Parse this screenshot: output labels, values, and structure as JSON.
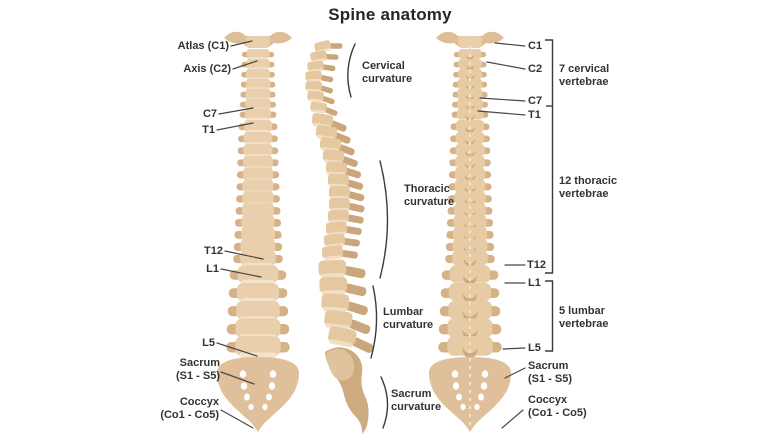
{
  "title": "Spine anatomy",
  "left_labels": {
    "atlas": "Atlas (C1)",
    "axis": "Axis (C2)",
    "c7": "C7",
    "t1": "T1",
    "t12": "T12",
    "l1": "L1",
    "l5": "L5",
    "sacrum_line1": "Sacrum",
    "sacrum_line2": "(S1 - S5)",
    "coccyx_line1": "Coccyx",
    "coccyx_line2": "(Co1 - Co5)"
  },
  "curvatures": {
    "cervical_line1": "Cervical",
    "cervical_line2": "curvature",
    "thoracic_line1": "Thoracic",
    "thoracic_line2": "curvature",
    "lumbar_line1": "Lumbar",
    "lumbar_line2": "curvature",
    "sacrum_line1": "Sacrum",
    "sacrum_line2": "curvature"
  },
  "right_labels": {
    "c1": "C1",
    "c2": "C2",
    "c7": "C7",
    "t1": "T1",
    "t12": "T12",
    "l1": "L1",
    "l5": "L5",
    "sacrum_line1": "Sacrum",
    "sacrum_line2": "(S1 - S5)",
    "coccyx_line1": "Coccyx",
    "coccyx_line2": "(Co1 - Co5)"
  },
  "groups": {
    "cervical_line1": "7 cervical",
    "cervical_line2": "vertebrae",
    "thoracic_line1": "12 thoracic",
    "thoracic_line2": "vertebrae",
    "lumbar_line1": "5 lumbar",
    "lumbar_line2": "vertebrae"
  },
  "colors": {
    "bone": "#e9cfab",
    "bone_mid": "#ddbe97",
    "bone_dark": "#d6b288",
    "bone_shadow": "#c9a67b",
    "disc": "#f3e4cb",
    "line": "#3d3d3d",
    "text": "#333333"
  }
}
